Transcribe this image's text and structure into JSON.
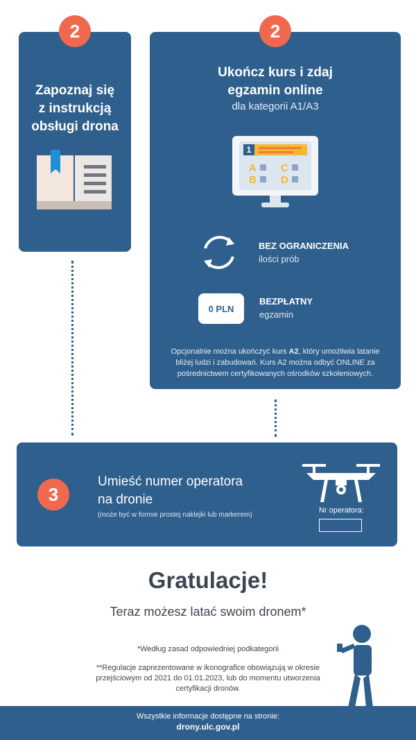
{
  "step_left": {
    "badge": "2",
    "title_line1": "Zapoznaj się",
    "title_line2": "z instrukcją",
    "title_line3": "obsługi drona"
  },
  "step_right": {
    "badge": "2",
    "title_line1": "Ukończ kurs i zdaj",
    "title_line2": "egzamin online",
    "subtitle": "dla kategorii A1/A3",
    "quiz": {
      "number": "1",
      "a": "A",
      "b": "B",
      "c": "C",
      "d": "D"
    },
    "feature1_title": "BEZ OGRANICZENIA",
    "feature1_sub": "ilości prób",
    "price_pill": "0 PLN",
    "feature2_title": "BEZPŁATNY",
    "feature2_sub": "egzamin",
    "note_part1": "Opcjonalnie można ukończyć kurs ",
    "note_bold": "A2",
    "note_part2": ", który umożliwia latanie bliżej ludzi i zabudowań. Kurs A2 można odbyć ONLINE za pośrednictwem certyfikowanych ośrodków szkoleniowych."
  },
  "step3": {
    "badge": "3",
    "title_line1": "Umieść numer operatora",
    "title_line2": "na dronie",
    "subtitle": "(może być w formie prostej naklejki lub markerem)",
    "operator_label": "Nr operatora:"
  },
  "congrats": {
    "title": "Gratulacje!",
    "subtitle": "Teraz możesz latać swoim dronem*",
    "footnote1": "*Według zasad odpowiedniej podkategorii",
    "footnote2": "**Regulacje zaprezentowane w ikonografice obowiązują w okresie przejściowym od 2021 do 01.01.2023, lub do momentu utworzenia certyfikacji dronów."
  },
  "footer": {
    "line1": "Wszystkie informacje dostępne na stronie:",
    "line2": "drony.ulc.gov.pl"
  },
  "colors": {
    "primary": "#2e5f8d",
    "accent": "#f0694f",
    "dark_text": "#3d4451"
  }
}
